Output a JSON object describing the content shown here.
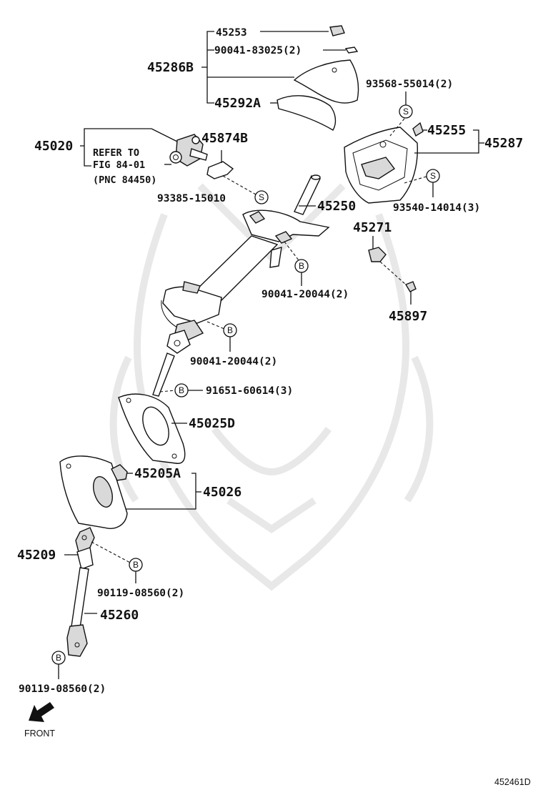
{
  "diagram": {
    "figure_code": "452461D",
    "direction_label": "FRONT",
    "refer_note": [
      "REFER TO",
      "FIG 84-01",
      "(PNC 84450)"
    ],
    "bolt_symbol": "B",
    "screw_symbol": "S",
    "parts": {
      "p45253": "45253",
      "p90041_83025": "90041-83025(2)",
      "p45286B": "45286B",
      "p45292A": "45292A",
      "p93568_55014": "93568-55014(2)",
      "p45020": "45020",
      "p45874B": "45874B",
      "p45255": "45255",
      "p45287": "45287",
      "p93385_15010": "93385-15010",
      "p45250": "45250",
      "p93540_14014": "93540-14014(3)",
      "p45271": "45271",
      "p90041_20044_a": "90041-20044(2)",
      "p45897": "45897",
      "p90041_20044_b": "90041-20044(2)",
      "p91651_60614": "91651-60614(3)",
      "p45025D": "45025D",
      "p45205A": "45205A",
      "p45026": "45026",
      "p45209": "45209",
      "p90119_08560_a": "90119-08560(2)",
      "p45260": "45260",
      "p90119_08560_b": "90119-08560(2)"
    }
  }
}
